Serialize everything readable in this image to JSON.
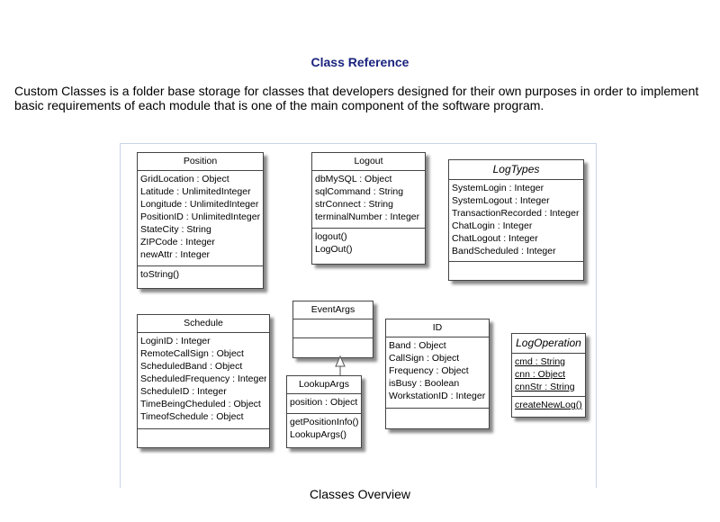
{
  "title": "Class Reference",
  "description": "Custom Classes is a folder base storage for classes that developers designed for their own purposes in order to implement basic requirements of each module that is one of the main component of the software program.",
  "caption": "Classes Overview",
  "classes": {
    "position": {
      "name": "Position",
      "attributes": [
        "GridLocation : Object",
        "Latitude : UnlimitedInteger",
        "Longitude : UnlimitedInteger",
        "PositionID : UnlimitedInteger",
        "StateCity : String",
        "ZIPCode : Integer",
        "newAttr : Integer"
      ],
      "operations": [
        "toString()"
      ]
    },
    "logout": {
      "name": "Logout",
      "attributes": [
        "dbMySQL : Object",
        "sqlCommand : String",
        "strConnect : String",
        "terminalNumber : Integer"
      ],
      "operations": [
        "logout()",
        "LogOut()"
      ]
    },
    "logtypes": {
      "name": "LogTypes",
      "attributes": [
        "SystemLogin : Integer",
        "SystemLogout : Integer",
        "TransactionRecorded : Integer",
        "ChatLogin : Integer",
        "ChatLogout : Integer",
        "BandScheduled : Integer"
      ],
      "operations": []
    },
    "schedule": {
      "name": "Schedule",
      "attributes": [
        "LoginID : Integer",
        "RemoteCallSign : Object",
        "ScheduledBand : Object",
        "ScheduledFrequency : Integer",
        "ScheduleID : Integer",
        "TimeBeingCheduled : Object",
        "TimeofSchedule : Object"
      ],
      "operations": []
    },
    "eventargs": {
      "name": "EventArgs",
      "attributes": [],
      "operations": []
    },
    "lookupargs": {
      "name": "LookupArgs",
      "attributes": [
        "position : Object"
      ],
      "operations": [
        "getPositionInfo()",
        "LookupArgs()"
      ]
    },
    "id": {
      "name": "ID",
      "attributes": [
        "Band : Object",
        "CallSign : Object",
        "Frequency : Object",
        "isBusy : Boolean",
        "WorkstationID : Integer"
      ],
      "operations": []
    },
    "logoperation": {
      "name": "LogOperation",
      "attributes": [
        "cmd : String",
        "cnn : Object",
        "cnnStr : String"
      ],
      "operations": [
        "createNewLog()"
      ]
    }
  }
}
